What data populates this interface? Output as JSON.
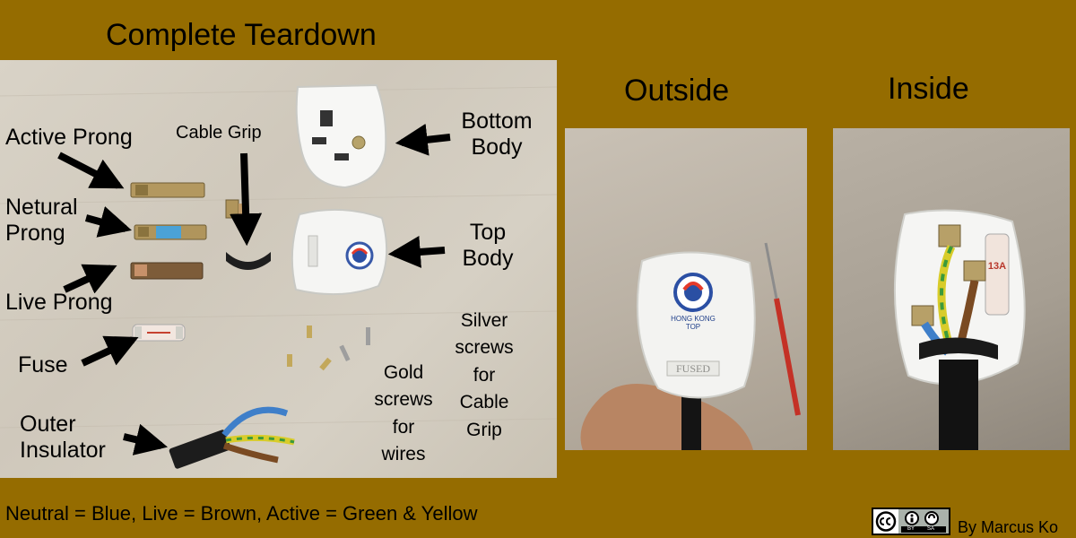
{
  "headings": {
    "teardown": "Complete Teardown",
    "outside": "Outside",
    "inside": "Inside"
  },
  "labels": {
    "active_prong": "Active Prong",
    "cable_grip": "Cable Grip",
    "bottom_body_line1": "Bottom",
    "bottom_body_line2": "Body",
    "netural_prong_line1": "Netural",
    "netural_prong_line2": "Prong",
    "top_body_line1": "Top",
    "top_body_line2": "Body",
    "live_prong": "Live Prong",
    "fuse": "Fuse",
    "silver_line1": "Silver",
    "silver_line2": "screws",
    "silver_line3": "for",
    "silver_line4": "Cable",
    "silver_line5": "Grip",
    "gold_line1": "Gold",
    "gold_line2": "screws",
    "gold_line3": "for",
    "gold_line4": "wires",
    "outer_line1": "Outer",
    "outer_line2": "Insulator"
  },
  "plug_text": {
    "badge_top": "HONG KONG TOP",
    "fused": "FUSED",
    "fuse_rating": "13A"
  },
  "footer": {
    "legend": "Neutral = Blue, Live = Brown, Active = Green & Yellow",
    "cc_by": "BY",
    "cc_sa": "SA",
    "credit": "By Marcus Ko"
  },
  "colors": {
    "background": "#956c00",
    "neutral_wire": "#3f7fc9",
    "live_wire": "#7a4a22",
    "earth_wire_green": "#3b9a3b",
    "earth_wire_yellow": "#d8cc2a"
  }
}
